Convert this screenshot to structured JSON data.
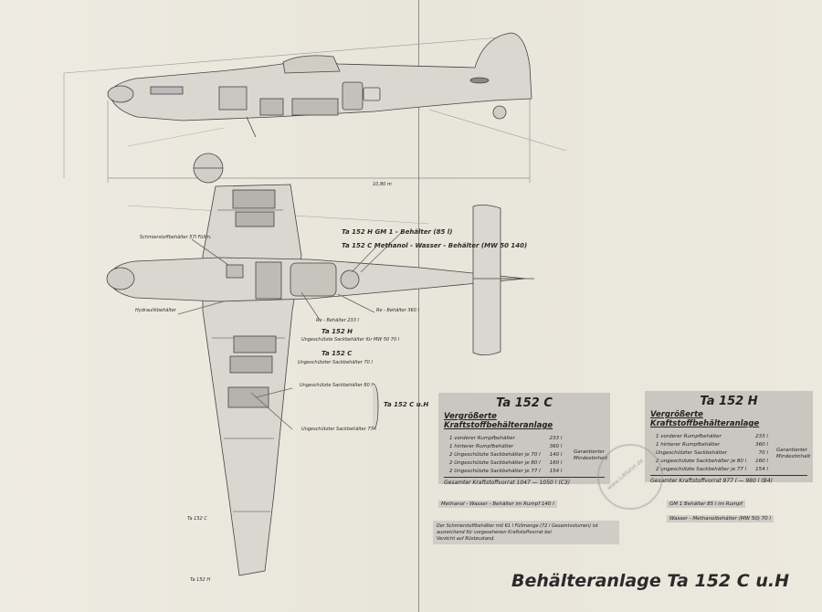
{
  "labels": {
    "dimension_span": "10,80 m",
    "schmierstoff": "Schmierstoffbehälter 57l Füllm.",
    "hydraulik": "Hydraulikbehälter",
    "h_behaelter": "Ta 152 H  GM 1 - Behälter  (85 l)",
    "c_behaelter": "Ta 152 C  Methanol - Wasser - Behälter  (MW 50 140)",
    "re_behaelter_left": "Re - Behälter  233 l",
    "re_behaelter_right": "Re - Behälter  360 l",
    "ta152h_mid": "Ta 152 H",
    "ta152h_mid_sub": "Ungeschützte Sackbehälter für MW 50  70 l",
    "ta152c_mid": "Ta 152 C",
    "ta152c_mid_sub": "Ungeschützter Sackbehälter 70 l",
    "sack1": "Ungeschützte Sackbehälter 80 l",
    "sack2": "Ungeschützter Sackbehälter 77 l",
    "ta152cuh": "Ta 152 C u.H",
    "wing_c": "Ta 152 C",
    "wing_h": "Ta 152 H"
  },
  "panel_c": {
    "title": "Ta 152 C",
    "subtitle": "Vergrößerte Kraftstoffbehälteranlage",
    "rows": [
      {
        "label": "1 vorderer Rumpfbehälter",
        "value": "233 l"
      },
      {
        "label": "1 hinterer Rumpfbehälter",
        "value": "360 l"
      },
      {
        "label": "2 Ungeschützte Sackbehälter je 70 l",
        "value": "140 l"
      },
      {
        "label": "2 Ungeschützte Sackbehälter je 80 l",
        "value": "160 l"
      },
      {
        "label": "2 Ungeschützte Sackbehälter je 77 l",
        "value": "154 l"
      }
    ],
    "brace": "Garantierter Mindestinhalt",
    "total": "Gesamter Kraftstoffvorrat   1047 — 1050 l  (C3)"
  },
  "panel_h": {
    "title": "Ta 152 H",
    "subtitle": "Vergrößerte Kraftstoffbehälteranlage",
    "rows": [
      {
        "label": "1 vorderer Rumpfbehälter",
        "value": "233 l"
      },
      {
        "label": "1 hinterer Rumpfbehälter",
        "value": "360 l"
      },
      {
        "label": "Ungeschützter Sackbehälter",
        "value": "70 l"
      },
      {
        "label": "2 ungeschützte Sackbehälter je 80 l",
        "value": "160 l"
      },
      {
        "label": "2 ungeschützte Sackbehälter je 77 l",
        "value": "154 l"
      }
    ],
    "brace": "Garantierter Mindestinhalt",
    "total": "Gesamter Kraftstoffvorrat   977 l — 980 l  (B4)"
  },
  "strips": {
    "c_methanol": "Methanol - Wasser - Behälter im Rumpf   140 l",
    "h_gm1": "GM 1 Behälter   85 l  im Rumpf",
    "h_mw": "Wasser - Methanolbehälter  (MW 50)   70 l"
  },
  "note": {
    "line1": "Der Schmierstoffbehälter mit 61 l Füllmenge (72 l Gesamtvolumen) ist",
    "line2": "ausreichend für vorgesehenen Kraftstoffvorrat bei",
    "line3": "Verzicht auf Rüstzustand."
  },
  "main_title": "Behälteranlage  Ta 152 C u.H",
  "stamp": "www.luftfahrt.de"
}
